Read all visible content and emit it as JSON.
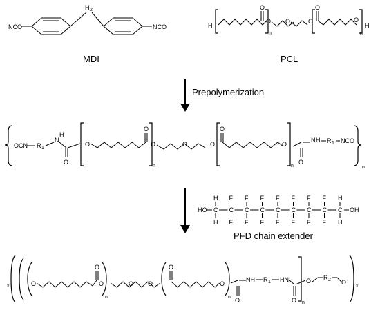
{
  "mdi": {
    "label": "MDI",
    "left_group": "NCO",
    "right_group": "NCO",
    "bridge": "H",
    "bridge_sub": "2"
  },
  "pcl": {
    "label": "PCL",
    "h_left": "H",
    "h_right": "H",
    "o_atom": "O",
    "n": "n"
  },
  "step1": {
    "label": "Prepolymerization"
  },
  "prepolymer": {
    "nco_left": "OCN",
    "r1": "R",
    "r1_sub": "1",
    "nh": "H",
    "n_atom": "N",
    "o_atom": "O",
    "nco_right": "NCO",
    "n": "n"
  },
  "pfd": {
    "label": "PFD chain extender",
    "ho": "HO",
    "oh": "OH",
    "c": "C",
    "h": "H",
    "f": "F"
  },
  "final": {
    "star": "*",
    "o_atom": "O",
    "nh": "NH",
    "hn": "HN",
    "r1": "R",
    "r1_sub": "1",
    "r2": "R",
    "r2_sub": "2",
    "n": "n"
  }
}
